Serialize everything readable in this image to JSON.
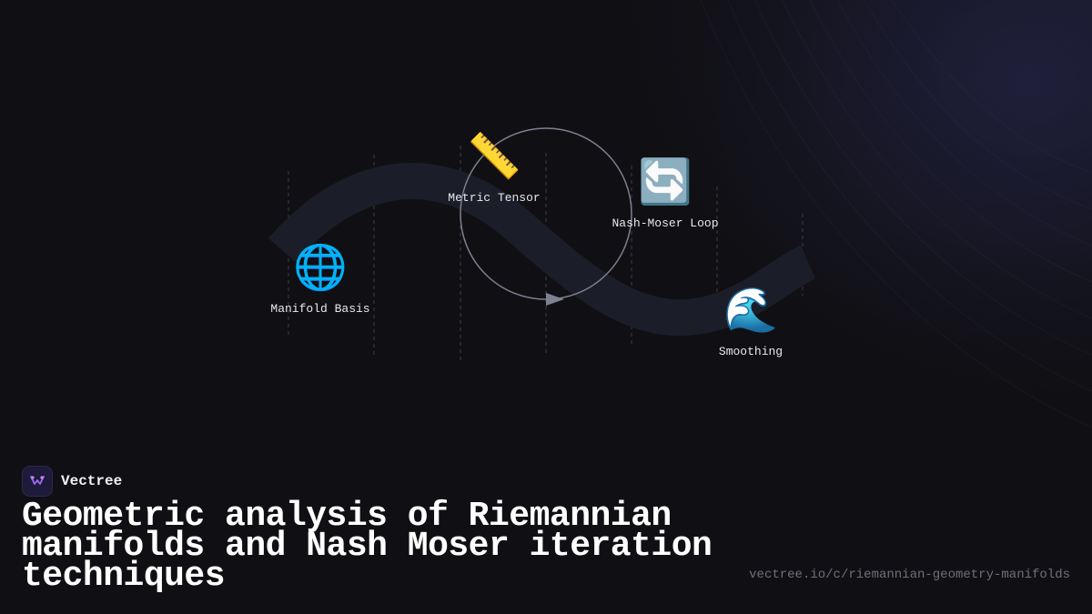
{
  "diagram": {
    "nodes": [
      {
        "icon": "globe-icon",
        "glyph": "🌐",
        "label": "Manifold Basis"
      },
      {
        "icon": "ruler-icon",
        "glyph": "📏",
        "label": "Metric Tensor"
      },
      {
        "icon": "refresh-icon",
        "glyph": "🔄",
        "label": "Nash-Moser Loop"
      },
      {
        "icon": "wave-icon",
        "glyph": "🌊",
        "label": "Smoothing"
      }
    ]
  },
  "brand": {
    "name": "Vectree",
    "logo_icon": "vectree-logo-icon"
  },
  "title": "Geometric analysis of Riemannian manifolds and Nash Moser iteration techniques",
  "url": "vectree.io/c/riemannian-geometry-manifolds",
  "colors": {
    "background": "#101014",
    "accent": "#8a5cf0",
    "title": "#ffffff",
    "muted": "#6f7079"
  }
}
